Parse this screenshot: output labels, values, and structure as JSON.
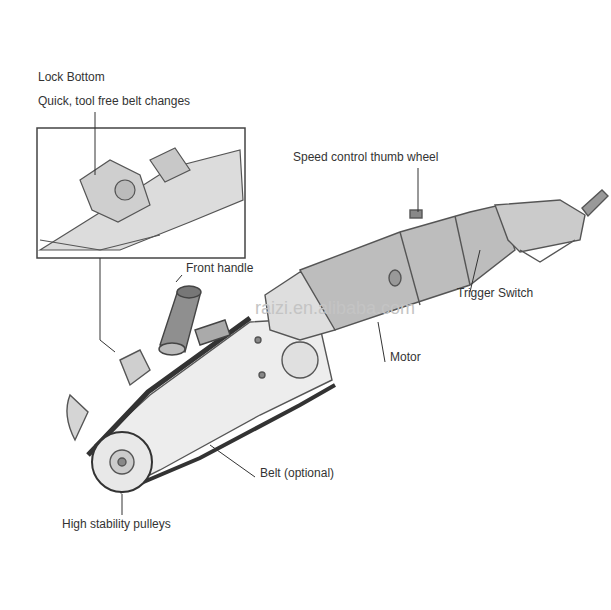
{
  "diagram": {
    "labels": [
      "Lock Bottom",
      "Quick, tool free belt changes",
      "Speed control thumb wheel",
      "Front handle",
      "Trigger Switch",
      "raizi.en.alibaba.com",
      "Motor",
      "Belt (optional)",
      "High stability pulleys"
    ]
  }
}
